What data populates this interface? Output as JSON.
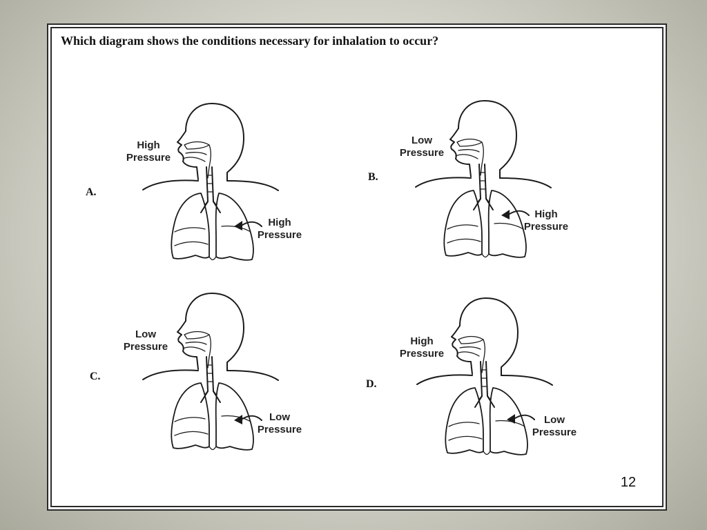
{
  "question": "Which diagram shows the conditions necessary for inhalation to occur?",
  "page_number": "12",
  "options": [
    {
      "letter": "A.",
      "mouth_label_1": "High",
      "mouth_label_2": "Pressure",
      "lung_label_1": "High",
      "lung_label_2": "Pressure"
    },
    {
      "letter": "B.",
      "mouth_label_1": "Low",
      "mouth_label_2": "Pressure",
      "lung_label_1": "High",
      "lung_label_2": "Pressure"
    },
    {
      "letter": "C.",
      "mouth_label_1": "Low",
      "mouth_label_2": "Pressure",
      "lung_label_1": "Low",
      "lung_label_2": "Pressure"
    },
    {
      "letter": "D.",
      "mouth_label_1": "High",
      "mouth_label_2": "Pressure",
      "lung_label_1": "Low",
      "lung_label_2": "Pressure"
    }
  ]
}
